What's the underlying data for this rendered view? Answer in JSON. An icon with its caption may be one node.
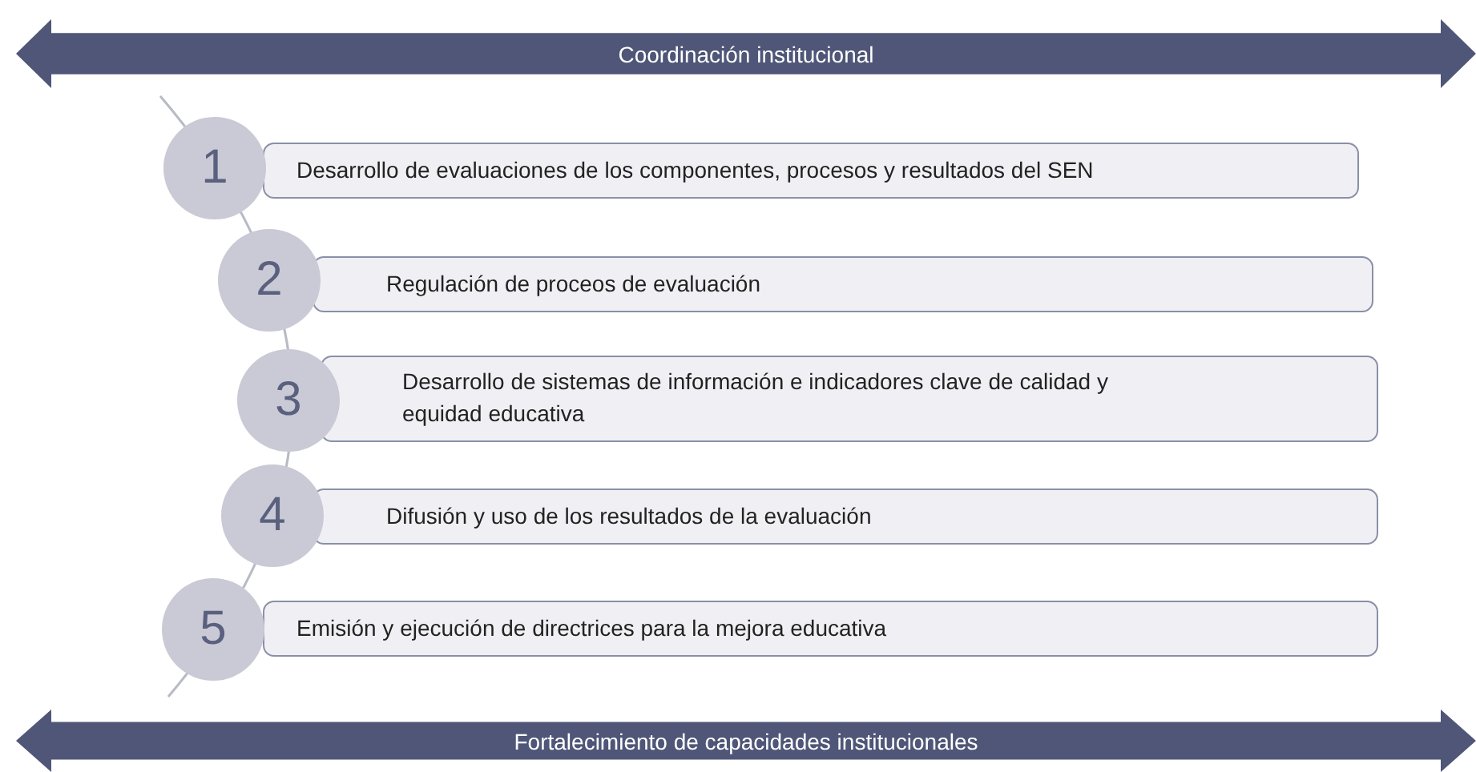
{
  "diagram": {
    "nodes": [
      {
        "text": [
          "Coordinación institucional"
        ]
      },
      {
        "text": [
          "1"
        ]
      },
      {
        "text": [
          "Desarrollo de evaluaciones de los componentes, procesos y resultados del SEN"
        ]
      },
      {
        "text": [
          "2"
        ]
      },
      {
        "text": [
          "Regulación de proceos de evaluación"
        ]
      },
      {
        "text": [
          "3"
        ]
      },
      {
        "text": [
          "Desarrollo de sistemas de información e indicadores clave de calidad y equidad educativa"
        ]
      },
      {
        "text": [
          "4"
        ]
      },
      {
        "text": [
          "Difusión y uso de los resultados de la evaluación"
        ]
      },
      {
        "text": [
          "5"
        ]
      },
      {
        "text": [
          "Emisión y ejecución de directrices para la mejora educativa"
        ]
      },
      {
        "text": [
          "Fortalecimiento de capacidades institucionales"
        ]
      }
    ]
  }
}
